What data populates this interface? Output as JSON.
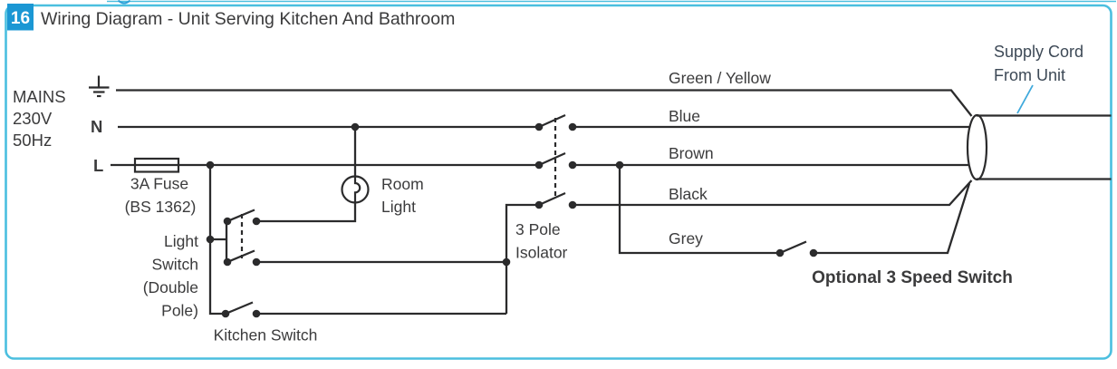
{
  "header": {
    "number": "16",
    "title": "Wiring Diagram - Unit Serving Kitchen And Bathroom"
  },
  "mains": {
    "line1": "MAINS",
    "line2": "230V",
    "line3": "50Hz",
    "neutral_terminal": "N",
    "live_terminal": "L"
  },
  "components": {
    "fuse_line1": "3A Fuse",
    "fuse_line2": "(BS 1362)",
    "room_light_line1": "Room",
    "room_light_line2": "Light",
    "light_switch_line1": "Light",
    "light_switch_line2": "Switch",
    "light_switch_line3": "(Double",
    "light_switch_line4": "Pole)",
    "kitchen_switch": "Kitchen Switch",
    "isolator_line1": "3 Pole",
    "isolator_line2": "Isolator",
    "speed_switch": "Optional 3 Speed Switch",
    "supply_cord_line1": "Supply Cord",
    "supply_cord_line2": "From Unit"
  },
  "wires": {
    "earth": "Green / Yellow",
    "neutral": "Blue",
    "live": "Brown",
    "switched_live": "Black",
    "speed": "Grey"
  },
  "colors": {
    "badge_blue": "#1b97d4",
    "frame_cyan": "#4bbfdf",
    "wire_dark": "#2b2b2c",
    "text_dark": "#3b3b3c",
    "supply_text": "#3d4956",
    "callout_blue": "#3fa9dc"
  }
}
